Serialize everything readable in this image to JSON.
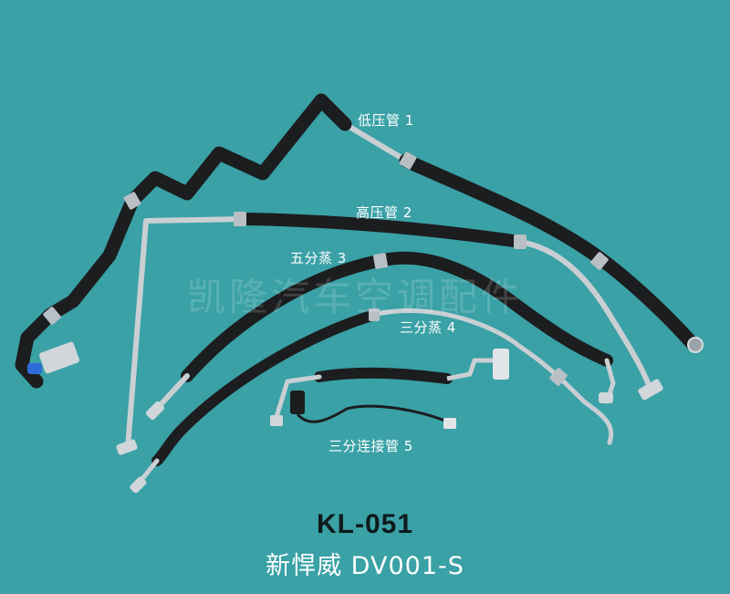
{
  "watermark": "凯隆汽车空调配件",
  "labels": {
    "pipe1": "低压管 1",
    "pipe2": "高压管 2",
    "pipe3": "五分蒸 3",
    "pipe4": "三分蒸 4",
    "pipe5": "三分连接管 5"
  },
  "product": {
    "model": "KL-051",
    "subtitle": "新悍威 DV001-S"
  },
  "colors": {
    "background": "#3aa1a6",
    "hose": "#1b1d1f",
    "metal": "#c9cfd3",
    "text": "#ffffff",
    "model_text": "#0e1a1c",
    "accent_blue": "#2f6bd6"
  }
}
